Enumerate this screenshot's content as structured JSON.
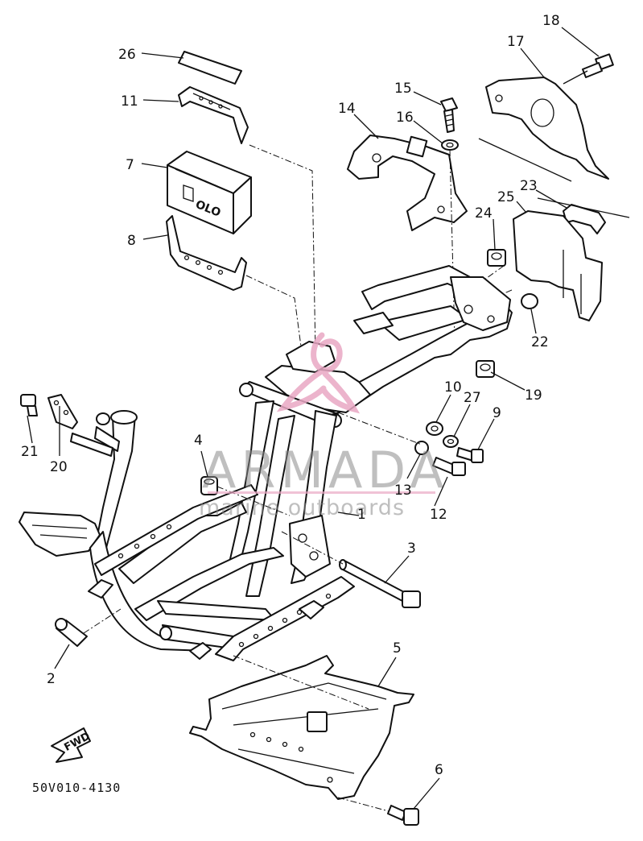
{
  "diagram": {
    "drawing_code": "50V010-4130",
    "fwd_label": "FWD",
    "watermark": {
      "brand": "ARMADA",
      "tagline": "marine outboards",
      "logo_color": "#e9a8c4",
      "text_color": "#8a8a8a"
    },
    "callouts": [
      {
        "id": "c26",
        "label": "26"
      },
      {
        "id": "c11",
        "label": "11"
      },
      {
        "id": "c7",
        "label": "7"
      },
      {
        "id": "c8",
        "label": "8"
      },
      {
        "id": "c14",
        "label": "14"
      },
      {
        "id": "c15",
        "label": "15"
      },
      {
        "id": "c16",
        "label": "16"
      },
      {
        "id": "c17",
        "label": "17"
      },
      {
        "id": "c18",
        "label": "18"
      },
      {
        "id": "c23",
        "label": "23"
      },
      {
        "id": "c25",
        "label": "25"
      },
      {
        "id": "c24",
        "label": "24"
      },
      {
        "id": "c22",
        "label": "22"
      },
      {
        "id": "c19",
        "label": "19"
      },
      {
        "id": "c10",
        "label": "10"
      },
      {
        "id": "c27",
        "label": "27"
      },
      {
        "id": "c9",
        "label": "9"
      },
      {
        "id": "c13",
        "label": "13"
      },
      {
        "id": "c12",
        "label": "12"
      },
      {
        "id": "c1",
        "label": "1"
      },
      {
        "id": "c4",
        "label": "4"
      },
      {
        "id": "c21",
        "label": "21"
      },
      {
        "id": "c20",
        "label": "20"
      },
      {
        "id": "c3",
        "label": "3"
      },
      {
        "id": "c2",
        "label": "2"
      },
      {
        "id": "c5",
        "label": "5"
      },
      {
        "id": "c6",
        "label": "6"
      }
    ]
  }
}
